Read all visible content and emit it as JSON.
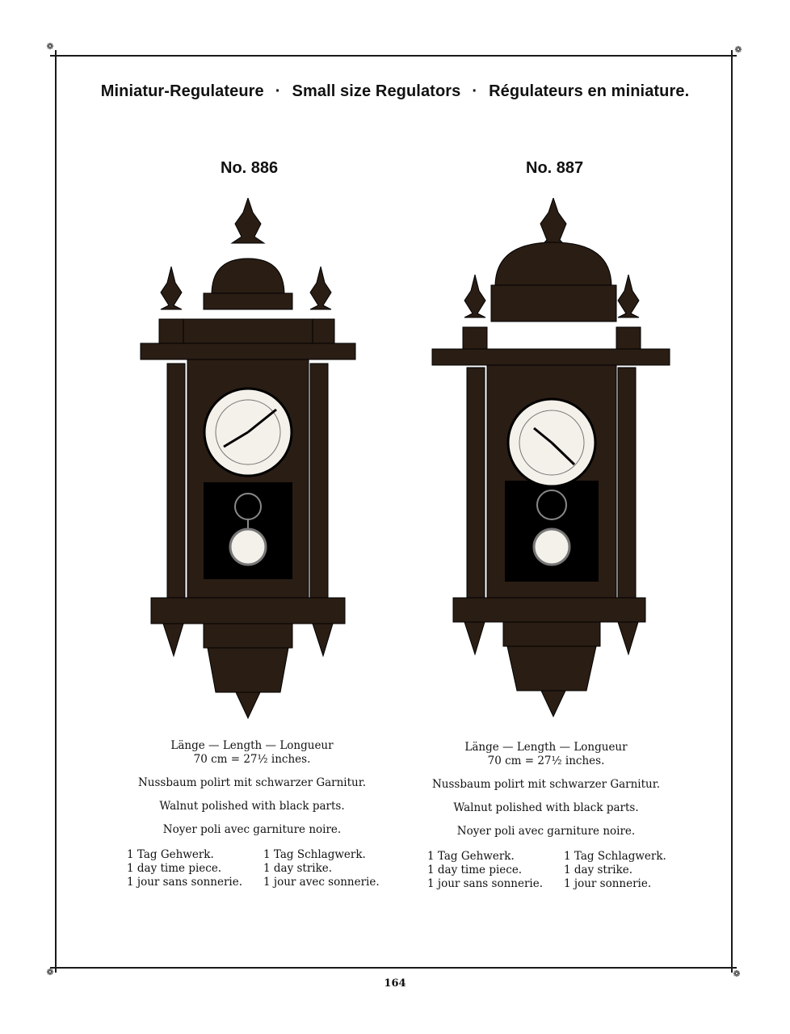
{
  "header": {
    "title_de": "Miniatur-Regulateure",
    "separator": "·",
    "title_en": "Small size Regulators",
    "title_fr": "Régulateurs en miniature."
  },
  "products": [
    {
      "model": "No. 886",
      "length_label": "Länge — Length — Longueur",
      "length_value": "70 cm = 27½ inches.",
      "finish_de": "Nussbaum polirt mit schwarzer Garnitur.",
      "finish_en": "Walnut polished with black parts.",
      "finish_fr": "Noyer poli avec garniture noire.",
      "movement_left": [
        "1 Tag Gehwerk.",
        "1 day time piece.",
        "1 jour sans sonnerie."
      ],
      "movement_right": [
        "1 Tag Schlagwerk.",
        "1 day strike.",
        "1 jour avec sonnerie."
      ]
    },
    {
      "model": "No. 887",
      "length_label": "Länge — Length — Longueur",
      "length_value": "70 cm = 27½ inches.",
      "finish_de": "Nussbaum polirt mit schwarzer Garnitur.",
      "finish_en": "Walnut polished with black parts.",
      "finish_fr": "Noyer poli avec garniture noire.",
      "movement_left": [
        "1 Tag Gehwerk.",
        "1 day time piece.",
        "1 jour sans sonnerie."
      ],
      "movement_right": [
        "1 Tag Schlagwerk.",
        "1 day strike.",
        "1 jour sonnerie."
      ]
    }
  ],
  "footer": {
    "page_number": "164"
  }
}
